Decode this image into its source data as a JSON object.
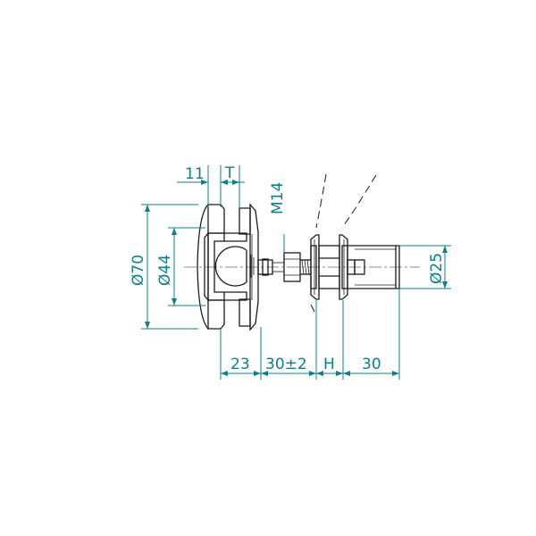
{
  "drawing": {
    "dimensions": {
      "d11": "11",
      "t": "T",
      "m14": "M14",
      "d70": "Ø70",
      "d44": "Ø44",
      "d25": "Ø25",
      "d23": "23",
      "d30pm2": "30±2",
      "h": "H",
      "d30": "30"
    },
    "colors": {
      "dimension": "#0f7f86",
      "outline": "#1b1b1b"
    }
  }
}
